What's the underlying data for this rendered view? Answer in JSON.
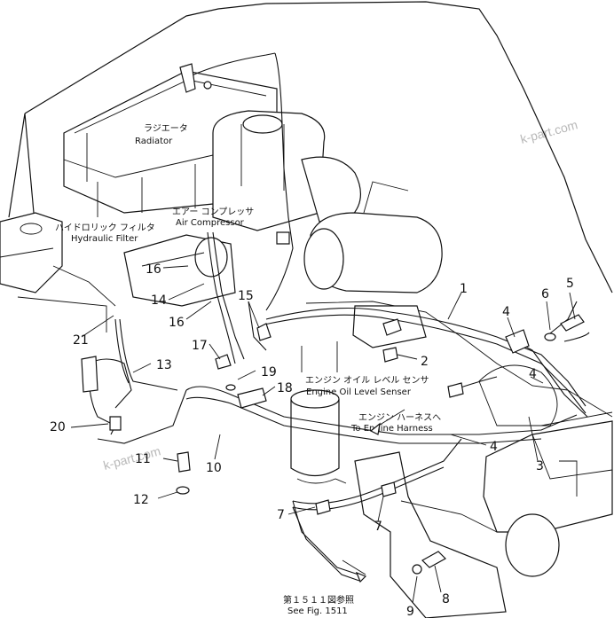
{
  "labels": {
    "radiator_jp": "ラジエータ",
    "radiator_en": "Radiator",
    "hydraulic_filter_jp": "ハイドロリック フィルタ",
    "hydraulic_filter_en": "Hydraulic Filter",
    "air_compressor_jp": "エアー コンプレッサ",
    "air_compressor_en": "Air Compressor",
    "oil_sensor_jp": "エンジン オイル レベル センサ",
    "oil_sensor_en": "Engine Oil Level Senser",
    "engine_harness_jp": "エンジン ハーネスへ",
    "engine_harness_en": "To Engine Harness",
    "see_fig_jp": "第１５１１図参照",
    "see_fig_en": "See Fig. 1511"
  },
  "watermark": "k-part.com",
  "callouts": [
    "1",
    "2",
    "3",
    "4",
    "4",
    "4",
    "5",
    "6",
    "7",
    "7",
    "8",
    "9",
    "10",
    "11",
    "12",
    "13",
    "14",
    "15",
    "16",
    "16",
    "17",
    "18",
    "19",
    "20",
    "21"
  ]
}
